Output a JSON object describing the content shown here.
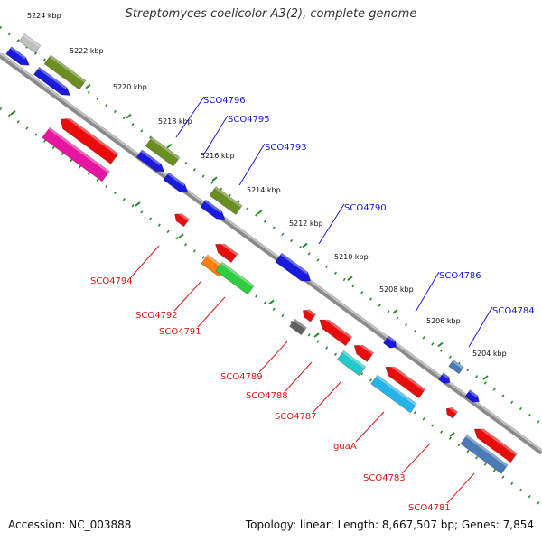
{
  "title": "Streptomyces coelicolor A3(2), complete genome",
  "footer": {
    "accession": "Accession: NC_003888",
    "stats": "Topology: linear; Length: 8,667,507 bp; Genes: 7,854"
  },
  "colors": {
    "backbone": "#8a8a8a",
    "dots": "#2a8a2a",
    "label_top": "#1a1ad6",
    "label_bottom": "#d61a1a"
  },
  "scale": [
    "5224 kbp",
    "5222 kbp",
    "5220 kbp",
    "5218 kbp",
    "5216 kbp",
    "5214 kbp",
    "5212 kbp",
    "5210 kbp",
    "5208 kbp",
    "5206 kbp",
    "5204 kbp"
  ],
  "genes_top": [
    "SCO4796",
    "SCO4795",
    "SCO4793",
    "SCO4790",
    "SCO4786",
    "SCO4784"
  ],
  "genes_bottom": [
    "SCO4794",
    "SCO4792",
    "SCO4791",
    "SCO4789",
    "SCO4788",
    "SCO4787",
    "guaA",
    "SCO4783",
    "SCO4781"
  ]
}
